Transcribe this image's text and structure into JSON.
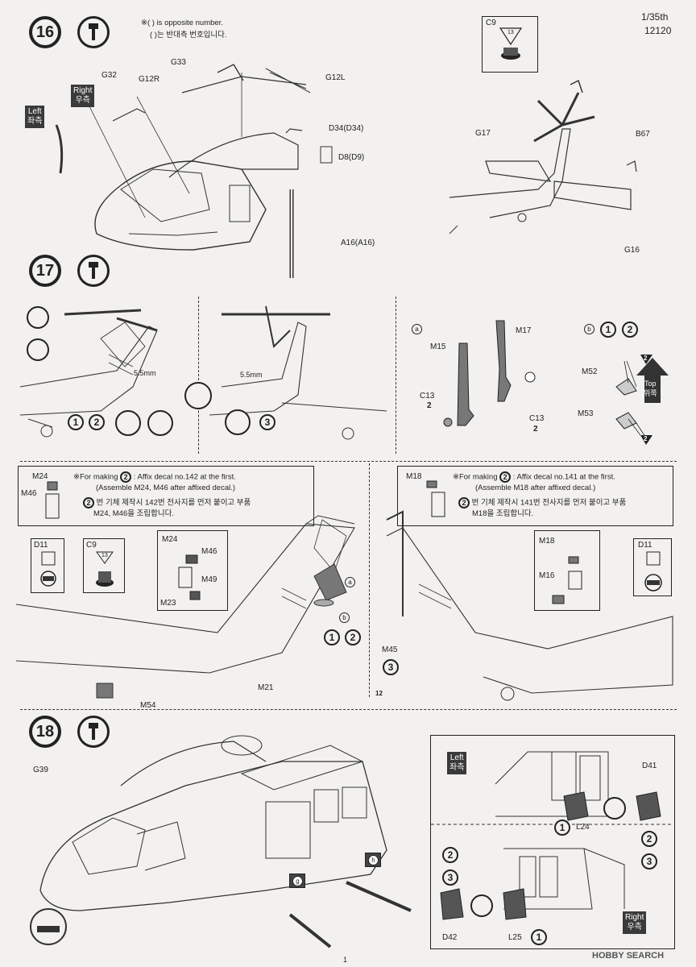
{
  "header": {
    "scale": "1/35th",
    "kit_number": "12120",
    "note_en": "※( ) is opposite number.",
    "note_ko": "( )는 반대측 번호입니다."
  },
  "steps": [
    {
      "number": "16"
    },
    {
      "number": "17"
    },
    {
      "number": "18"
    }
  ],
  "step16": {
    "parts": [
      "G33",
      "G32",
      "G12R",
      "G12L",
      "D34(D34)",
      "D8(D9)",
      "A16(A16)",
      "C9",
      "G17",
      "B67",
      "G16"
    ],
    "tags": {
      "right": "Right\n우측",
      "left": "Left\n좌측"
    },
    "c9_count": "13"
  },
  "step17": {
    "measure_left": "5.5mm",
    "measure_mid": "5.5mm",
    "marks_a": "a",
    "marks_b": "b",
    "parts": [
      "M15",
      "M17",
      "C13",
      "C13",
      "M52",
      "M53"
    ],
    "counts": {
      "c13_top": "2",
      "c13_bottom": "2",
      "m52": "2",
      "m53": "2"
    },
    "top_tag": "Top\n위쪽",
    "circled": {
      "a": "1",
      "b": "2",
      "c": "3",
      "left_1": "1",
      "left_2": "2"
    }
  },
  "note_left": {
    "parts": [
      "M24",
      "M46"
    ],
    "line1": "※For making",
    "line1b": ": Affix decal no.142 at the first.",
    "line2": "(Assemble M24, M46 after affixed decal.)",
    "line3": "번 기체 제작시 142번 전사지를 먼저 붙이고 부품",
    "line4": "M24, M46을 조립합니다.",
    "num": "2"
  },
  "note_right": {
    "parts": [
      "M18"
    ],
    "line1": "※For making",
    "line1b": ": Affix decal no.141 at the first.",
    "line2": "(Assemble M18 after affixed decal.)",
    "line3": "번 기체 제작시 141번 전사지를 먼저 붙이고 부품",
    "line4": "M18을 조립합니다.",
    "num": "2"
  },
  "mid_left": {
    "parts": [
      "D11",
      "C9",
      "M24",
      "M46",
      "M49",
      "M23",
      "M21",
      "M54"
    ],
    "c9_count": "13",
    "mark_a": "a",
    "mark_b": "b",
    "circled_1": "1",
    "circled_2": "2"
  },
  "mid_right": {
    "parts": [
      "M18",
      "M16",
      "D11",
      "M45"
    ],
    "circled_3": "3",
    "count_12": "12"
  },
  "step18": {
    "parts": [
      "G39",
      "D41",
      "L24",
      "D42",
      "L25"
    ],
    "tags": {
      "left": "Left\n좌측",
      "right": "Right\n우측"
    },
    "marks": {
      "g": "g",
      "h": "h"
    },
    "circled": {
      "one_a": "1",
      "two_a": "2",
      "three_a": "3",
      "two_b": "2",
      "three_b": "3",
      "one_b": "1"
    }
  },
  "footer": {
    "page": "1",
    "watermark": "HOBBY SEARCH"
  },
  "colors": {
    "paper": "#f2f1ef",
    "ink": "#222222",
    "tag_dark": "#3a3a3a"
  }
}
